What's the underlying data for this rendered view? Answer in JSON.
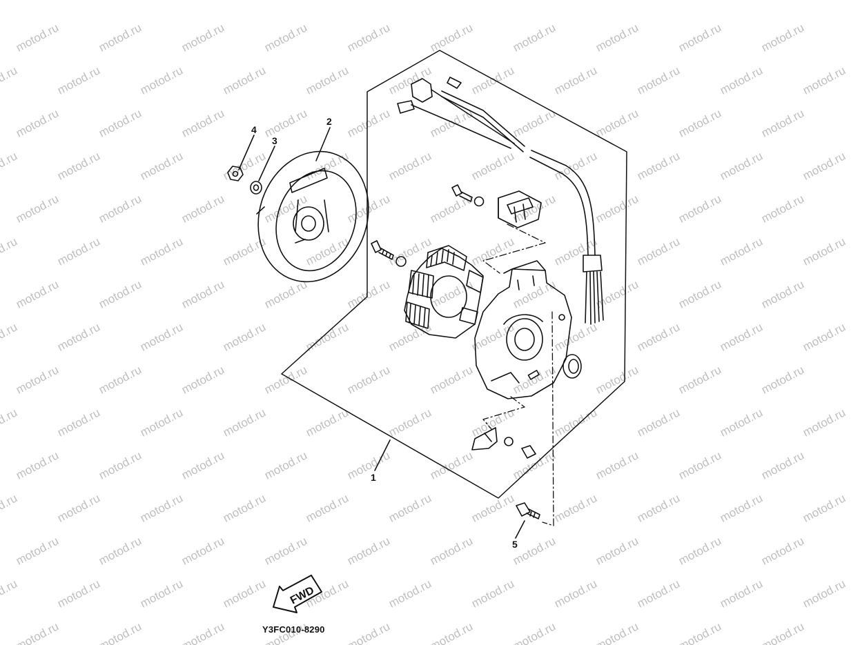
{
  "watermark": "motod.ru",
  "callouts": [
    "1",
    "2",
    "3",
    "4",
    "5"
  ],
  "direction_label": "FWD",
  "diagram_code": "Y3FC010-8290",
  "colors": {
    "ink": "#111111",
    "watermark": "#bfbfbf",
    "background": "#ffffff"
  }
}
